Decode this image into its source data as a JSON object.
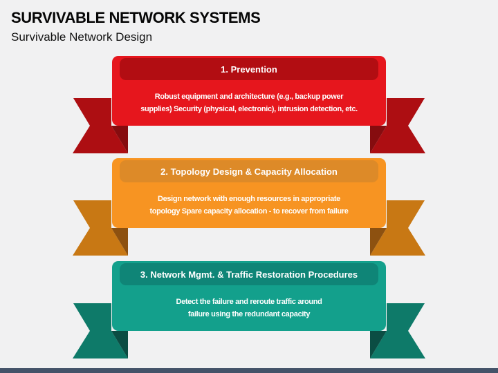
{
  "page": {
    "background_color": "#f1f1f2",
    "footer_bar_color": "#445369"
  },
  "header": {
    "title": "SURVIVABLE NETWORK SYSTEMS",
    "subtitle": "Survivable Network Design"
  },
  "ribbons": [
    {
      "title": "1. Prevention",
      "body_line1": "Robust equipment and architecture (e.g., backup power",
      "body_line2": "supplies) Security (physical, electronic), intrusion detection, etc.",
      "colors": {
        "body": "#e6161d",
        "header": "#b20d12",
        "tail": "#ad0e12",
        "fold": "#860c0f"
      }
    },
    {
      "title": "2. Topology Design & Capacity Allocation",
      "body_line1": "Design network with enough resources in appropriate",
      "body_line2": "topology Spare capacity allocation - to recover from failure",
      "colors": {
        "body": "#f79422",
        "header": "#dd8a28",
        "tail": "#c87814",
        "fold": "#8d5110"
      }
    },
    {
      "title": "3. Network Mgmt. & Traffic Restoration Procedures",
      "body_line1": "Detect the failure and reroute traffic around",
      "body_line2": "failure using the redundant capacity",
      "colors": {
        "body": "#13a08c",
        "header": "#0f8577",
        "tail": "#0e7a69",
        "fold": "#0b4d43"
      }
    }
  ]
}
